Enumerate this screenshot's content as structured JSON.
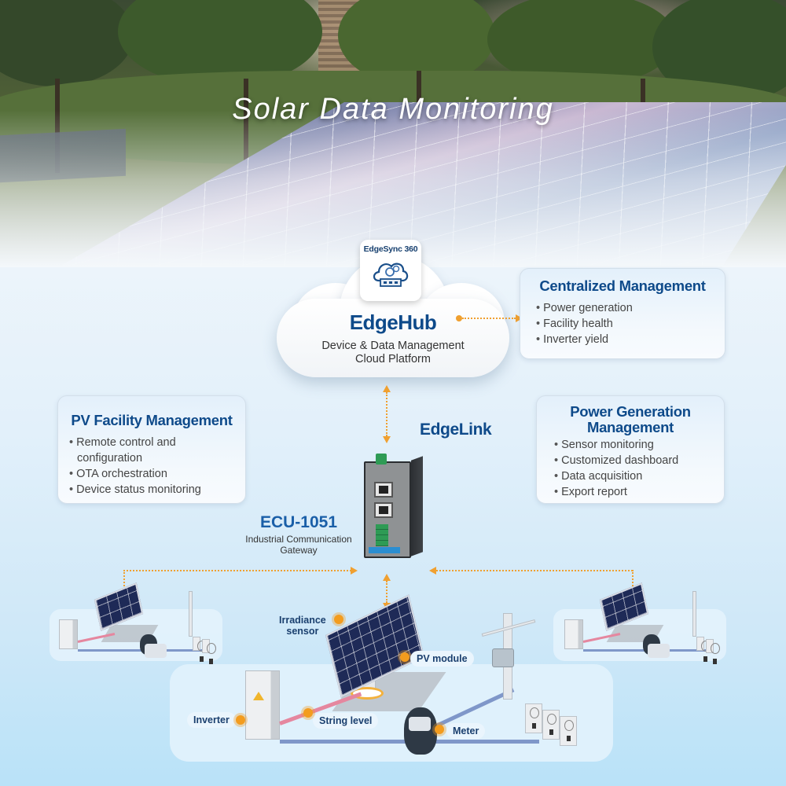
{
  "hero": {
    "title": "Solar Data Monitoring"
  },
  "cloud": {
    "app_tile": {
      "name": "EdgeSync 360",
      "icon": "cloud-gear-gateway-icon"
    },
    "title": "EdgeHub",
    "subtitle_line1": "Device & Data Management",
    "subtitle_line2": "Cloud Platform"
  },
  "cards": {
    "centralized": {
      "title": "Centralized Management",
      "items": [
        "Power generation",
        "Facility health",
        "Inverter yield"
      ]
    },
    "pv_facility": {
      "title": "PV Facility Management",
      "items": [
        "Remote control and",
        "configuration",
        "OTA orchestration",
        "Device status monitoring"
      ]
    },
    "power_generation": {
      "title_line1": "Power Generation",
      "title_line2": "Management",
      "items": [
        "Sensor monitoring",
        "Customized dashboard",
        "Data acquisition",
        "Export report"
      ]
    }
  },
  "edgelink": {
    "label": "EdgeLink"
  },
  "gateway": {
    "model": "ECU-1051",
    "description_line1": "Industrial Communication",
    "description_line2": "Gateway"
  },
  "scene": {
    "labels": {
      "irradiance_line1": "Irradiance",
      "irradiance_line2": "sensor",
      "pv_module": "PV module",
      "inverter": "Inverter",
      "string_level": "String level",
      "meter": "Meter"
    }
  },
  "colors": {
    "brand_blue": "#0e4a8a",
    "accent_orange": "#f0a030",
    "background_blue": "#b9e2f8",
    "string_line": "#e5879f",
    "grid_line": "#7f97c9"
  }
}
